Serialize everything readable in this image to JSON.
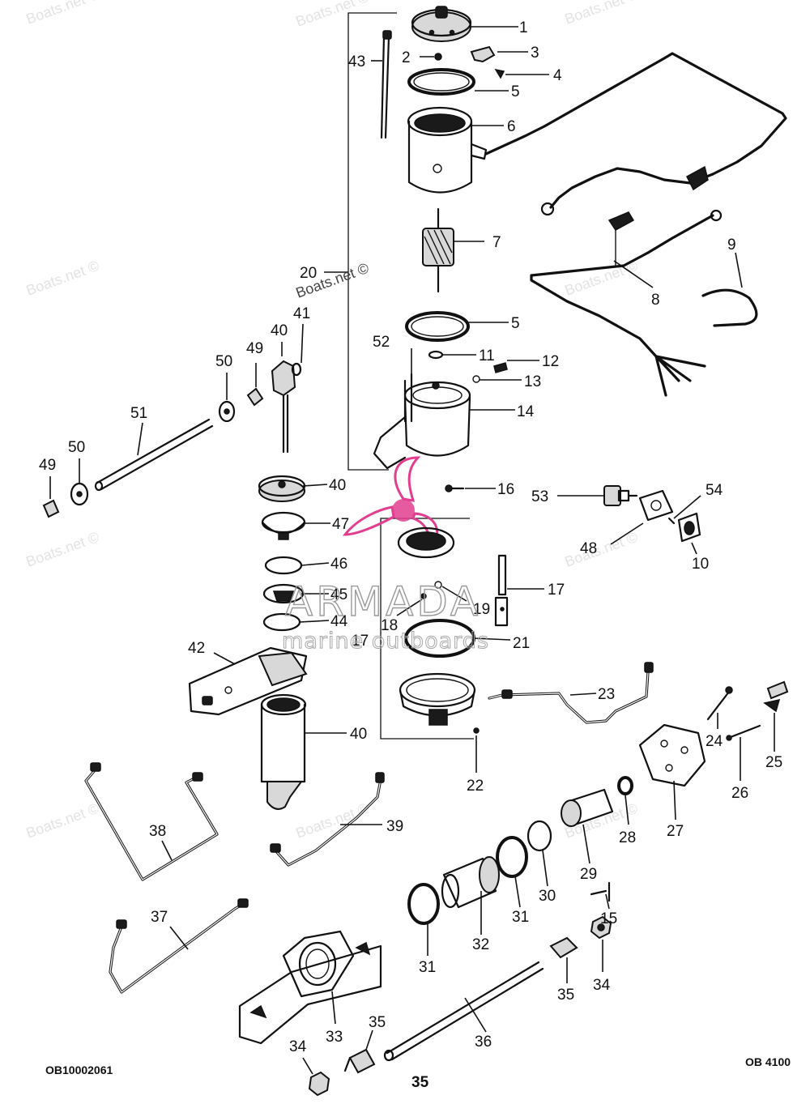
{
  "watermark_text": "Boats.net ©",
  "brand": {
    "name": "ARMADA",
    "tagline": "marine outboards",
    "colors": {
      "logo": "#e23d8f",
      "text": "#9a9a9a"
    }
  },
  "footer": {
    "left_ref": "OB10002061",
    "right_ref": "OB 4100",
    "page_number": "35"
  },
  "callouts": {
    "c1": "1",
    "c2": "2",
    "c3": "3",
    "c4": "4",
    "c5a": "5",
    "c5b": "5",
    "c6": "6",
    "c7": "7",
    "c8": "8",
    "c9": "9",
    "c10": "10",
    "c11": "11",
    "c12": "12",
    "c13": "13",
    "c14": "14",
    "c15": "15",
    "c16": "16",
    "c17a": "17",
    "c17b": "17",
    "c18": "18",
    "c19": "19",
    "c20": "20",
    "c21": "21",
    "c22": "22",
    "c23": "23",
    "c24": "24",
    "c25": "25",
    "c26": "26",
    "c27": "27",
    "c28": "28",
    "c29": "29",
    "c30": "30",
    "c31a": "31",
    "c31b": "31",
    "c32": "32",
    "c33": "33",
    "c34a": "34",
    "c34b": "34",
    "c35a": "35",
    "c35b": "35",
    "c36": "36",
    "c37": "37",
    "c38": "38",
    "c39": "39",
    "c40a": "40",
    "c40b": "40",
    "c40c": "40",
    "c41": "41",
    "c42": "42",
    "c43": "43",
    "c44": "44",
    "c45": "45",
    "c46": "46",
    "c47": "47",
    "c48": "48",
    "c49a": "49",
    "c49b": "49",
    "c50a": "50",
    "c50b": "50",
    "c51": "51",
    "c52": "52",
    "c53": "53",
    "c54": "54"
  }
}
